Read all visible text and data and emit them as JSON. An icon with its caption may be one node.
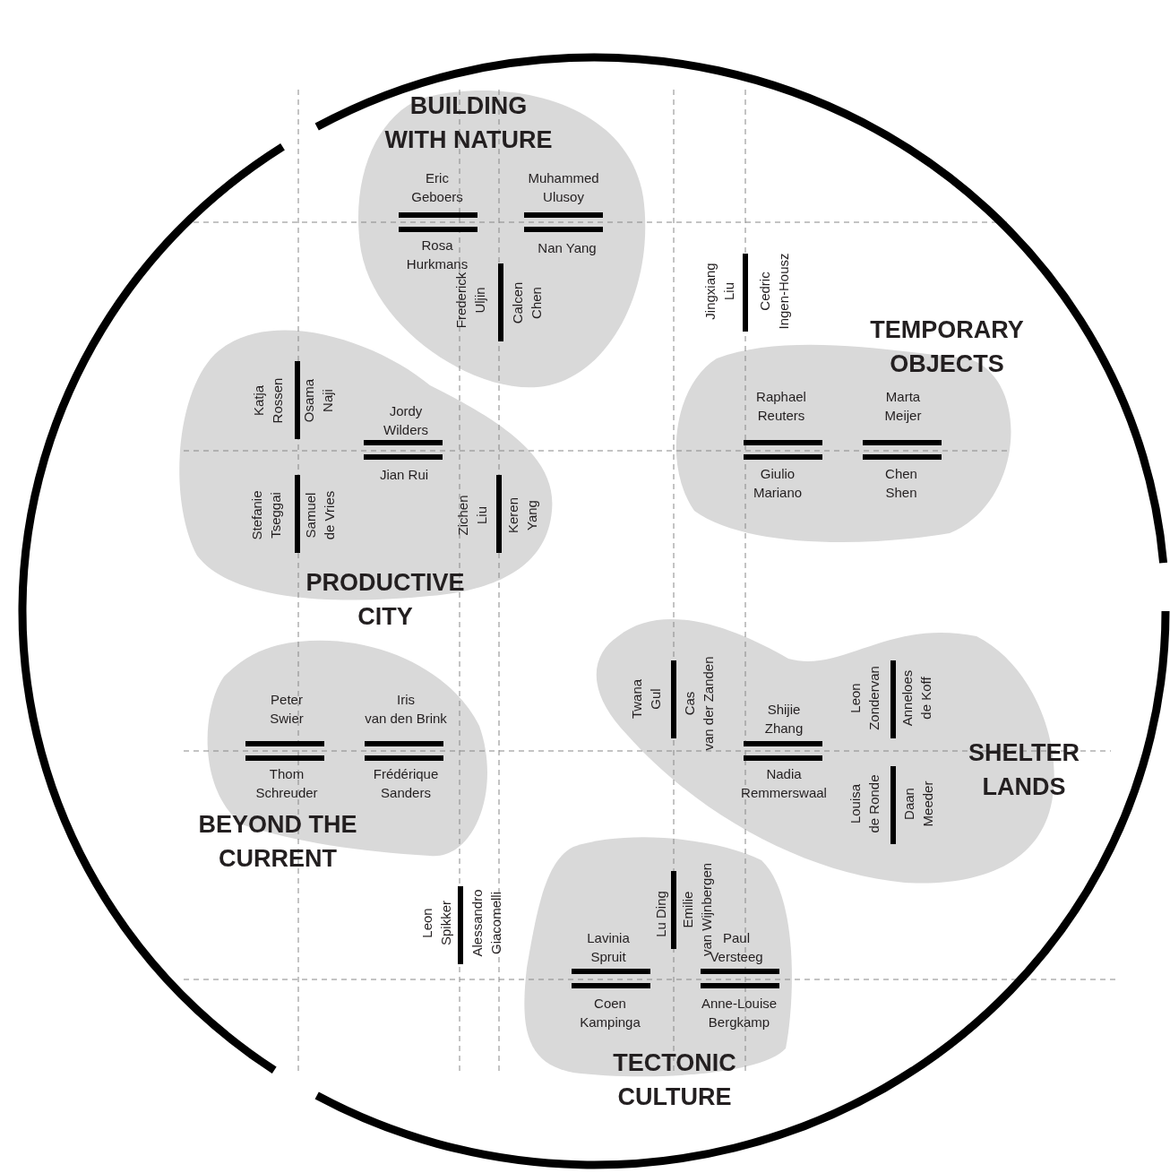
{
  "diagram": {
    "nodes": [
      {
        "text": [
          "BUILDING WITH NATURE",
          "Eric Geboers",
          "Muhammed Ulusoy",
          "Rosa Hurkmans",
          "Nan Yang",
          "Frederick Uljin",
          "Calcen Chen"
        ]
      },
      {
        "text": [
          "TEMPORARY OBJECTS",
          "Raphael Reuters",
          "Marta Meijer",
          "Giulio Mariano",
          "Chen Shen"
        ]
      },
      {
        "text": [
          "PRODUCTIVE CITY",
          "Katja Rossen",
          "Osama Naji",
          "Jordy Wilders",
          "Jian Rui",
          "Stefanie Tseggai",
          "Samuel de Vries",
          "Zichen Liu",
          "Keren Yang"
        ]
      },
      {
        "text": [
          "BEYOND THE CURRENT",
          "Peter Swier",
          "Iris van den Brink",
          "Thom Schreuder",
          "Frédérique Sanders"
        ]
      },
      {
        "text": [
          "SHELTER LANDS",
          "Twana Gul",
          "Cas van der Zanden",
          "Shijie Zhang",
          "Nadia Remmerswaal",
          "Leon Zondervan",
          "Anneloes de Koff",
          "Louisa de Ronde",
          "Daan Meeder"
        ]
      },
      {
        "text": [
          "TECTONIC CULTURE",
          "Lu Ding",
          "Emilie van Wijnbergen",
          "Lavinia Spruit",
          "Paul Versteeg",
          "Coen Kampinga",
          "Anne-Louise Bergkamp"
        ]
      }
    ],
    "labels": [
      "Jingxiang Liu",
      "Cedric Ingen-Housz",
      "Leon Spikker",
      "Alessandro Giacomelli"
    ]
  }
}
